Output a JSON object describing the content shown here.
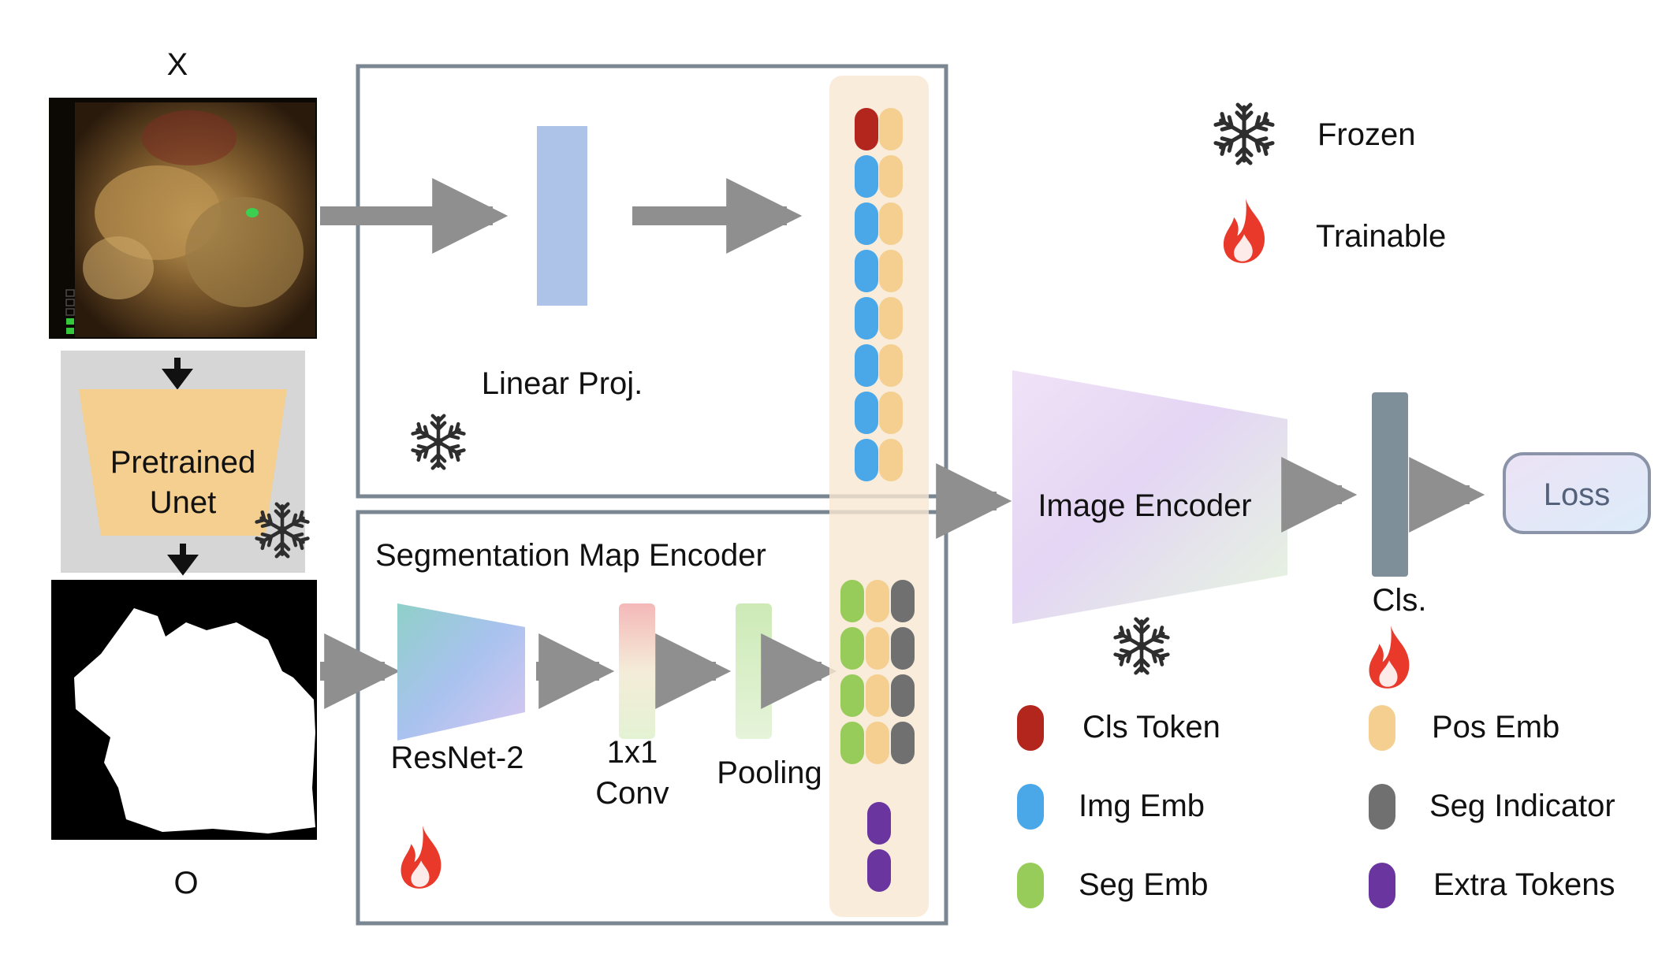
{
  "input": {
    "x_label": "X",
    "o_label": "O"
  },
  "unet": {
    "line1": "Pretrained",
    "line2": "Unet"
  },
  "linear_proj": {
    "label": "Linear Proj."
  },
  "seg_encoder": {
    "title": "Segmentation Map Encoder",
    "resnet_label": "ResNet-2",
    "conv_line1": "1x1",
    "conv_line2": "Conv",
    "pooling_label": "Pooling"
  },
  "image_encoder": {
    "label": "Image Encoder"
  },
  "cls_head": {
    "label": "Cls."
  },
  "loss": {
    "label": "Loss"
  },
  "legend_top": {
    "frozen": "Frozen",
    "trainable": "Trainable"
  },
  "legend": {
    "cls_token": "Cls Token",
    "img_emb": "Img Emb",
    "seg_emb": "Seg Emb",
    "pos_emb": "Pos Emb",
    "seg_indicator": "Seg Indicator",
    "extra_tokens": "Extra Tokens"
  },
  "icons": [
    "snowflake-icon",
    "flame-icon"
  ],
  "colors": {
    "cls_token": "#b3261e",
    "img_emb": "#4aa8e8",
    "seg_emb": "#97cc5a",
    "pos_emb": "#f4cf90",
    "seg_indicator": "#707070",
    "extra_tokens": "#6b35a0",
    "box_border": "#7a8792",
    "arrow": "#8f8f8f",
    "flame": "#e8392a"
  }
}
